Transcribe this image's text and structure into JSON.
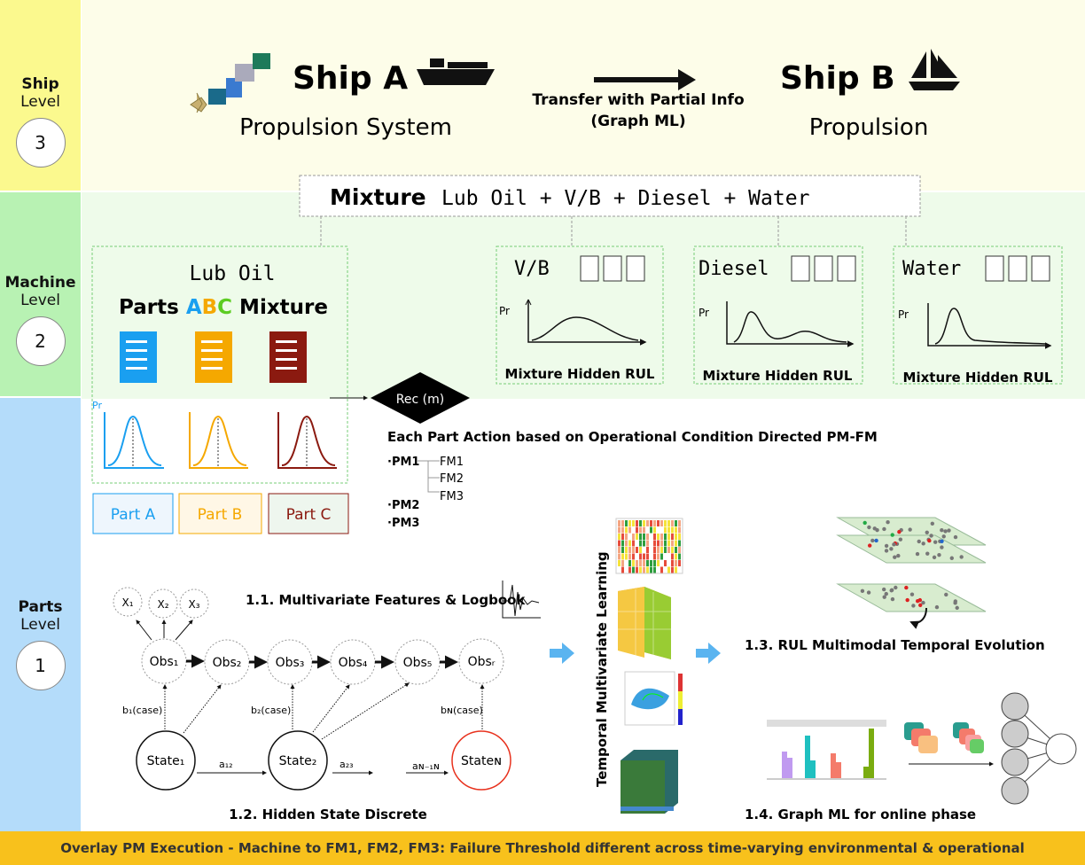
{
  "levels": [
    {
      "title": "Ship",
      "sub": "Level",
      "num": "3",
      "color": "#fbf98e"
    },
    {
      "title": "Machine",
      "sub": "Level",
      "num": "2",
      "color": "#b8f2b3"
    },
    {
      "title": "Parts",
      "sub": "Level",
      "num": "1",
      "color": "#b4dcfa"
    }
  ],
  "ship": {
    "a_title": "Ship A",
    "a_sub": "Propulsion System",
    "transfer_line1": "Transfer with Partial Info",
    "transfer_line2": "(Graph ML)",
    "b_title": "Ship B",
    "b_sub": "Propulsion"
  },
  "mixture": {
    "bold": "Mixture",
    "formula": "Lub Oil + V/B + Diesel + Water"
  },
  "lub": {
    "title": "Lub Oil",
    "parts_prefix": "Parts ",
    "a": "A",
    "b": "B",
    "c": "C",
    "suffix": " Mixture",
    "colors": {
      "a": "#1a9ff0",
      "b": "#f5a800",
      "c": "#8b1a10"
    }
  },
  "panels": [
    {
      "title": "V/B",
      "ylabel": "Pr",
      "caption": "Mixture Hidden RUL"
    },
    {
      "title": "Diesel",
      "ylabel": "Pr",
      "caption": "Mixture Hidden RUL"
    },
    {
      "title": "Water",
      "ylabel": "Pr",
      "caption": "Mixture Hidden RUL"
    }
  ],
  "parts": {
    "ylabel": "Pr",
    "a": "Part A",
    "b": "Part B",
    "c": "Part C"
  },
  "rec": "Rec (m)",
  "pmfm": {
    "title": "Each Part Action based on Operational Condition Directed PM-FM",
    "pm1": "PM1",
    "fm": [
      "FM1",
      "FM2",
      "FM3"
    ],
    "pm2": "PM2",
    "pm3": "PM3"
  },
  "hmm": {
    "title1": "1.1. Multivariate Features & Logbook",
    "title2": "1.2. Hidden State Discrete",
    "x": [
      "X₁",
      "X₂",
      "X₃"
    ],
    "obs": [
      "Obs₁",
      "Obs₂",
      "Obs₃",
      "Obs₄",
      "Obs₅",
      "Obsᵣ"
    ],
    "b": [
      "b₁(case)",
      "b₂(case)",
      "bɴ(case)"
    ],
    "states": [
      "State₁",
      "State₂",
      "Stateɴ"
    ],
    "a": [
      "a₁₂",
      "a₂₃",
      "aɴ₋₁ɴ"
    ]
  },
  "tml": "Temporal Multivariate Learning",
  "rul": "1.3.  RUL Multimodal Temporal Evolution",
  "gml": "1.4.  Graph ML for online phase",
  "banner": "Overlay PM Execution - Machine to FM1, FM2, FM3: Failure Threshold different across time-varying environmental & operational"
}
